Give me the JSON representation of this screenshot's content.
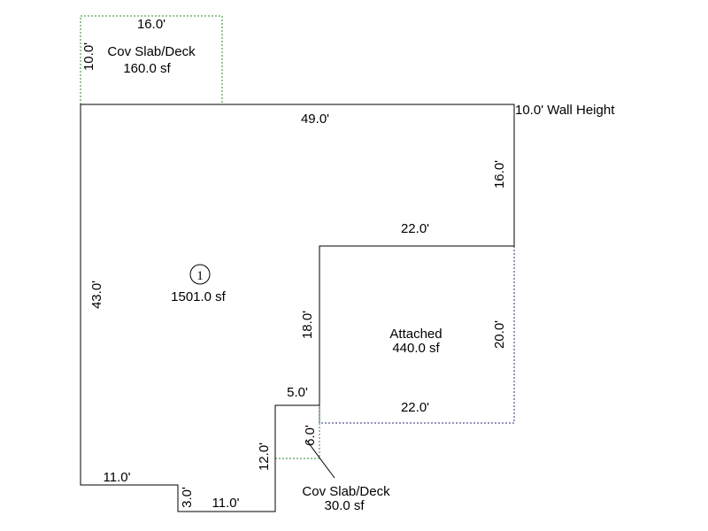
{
  "wall_height_label": "10.0' Wall Height",
  "colors": {
    "main_outline": "#000000",
    "slab_outline": "#2e8b2e",
    "attached_outline": "#2b2b7a"
  },
  "main_area": {
    "number": "1",
    "area": "1501.0 sf",
    "dims": {
      "top": "49.0'",
      "right_upper": "16.0'",
      "step_top": "22.0'",
      "inner_vertical": "18.0'",
      "notch_top": "5.0'",
      "notch_vertical": "12.0'",
      "bottom_right": "11.0'",
      "bottom_step": "3.0'",
      "bottom_left": "11.0'",
      "left": "43.0'"
    }
  },
  "deck_top": {
    "name": "Cov Slab/Deck",
    "area": "160.0 sf",
    "width": "16.0'",
    "height": "10.0'"
  },
  "attached": {
    "name": "Attached",
    "area": "440.0 sf",
    "height": "20.0'",
    "bottom": "22.0'"
  },
  "deck_small": {
    "name": "Cov Slab/Deck",
    "area": "30.0 sf",
    "height": "6.0'"
  }
}
